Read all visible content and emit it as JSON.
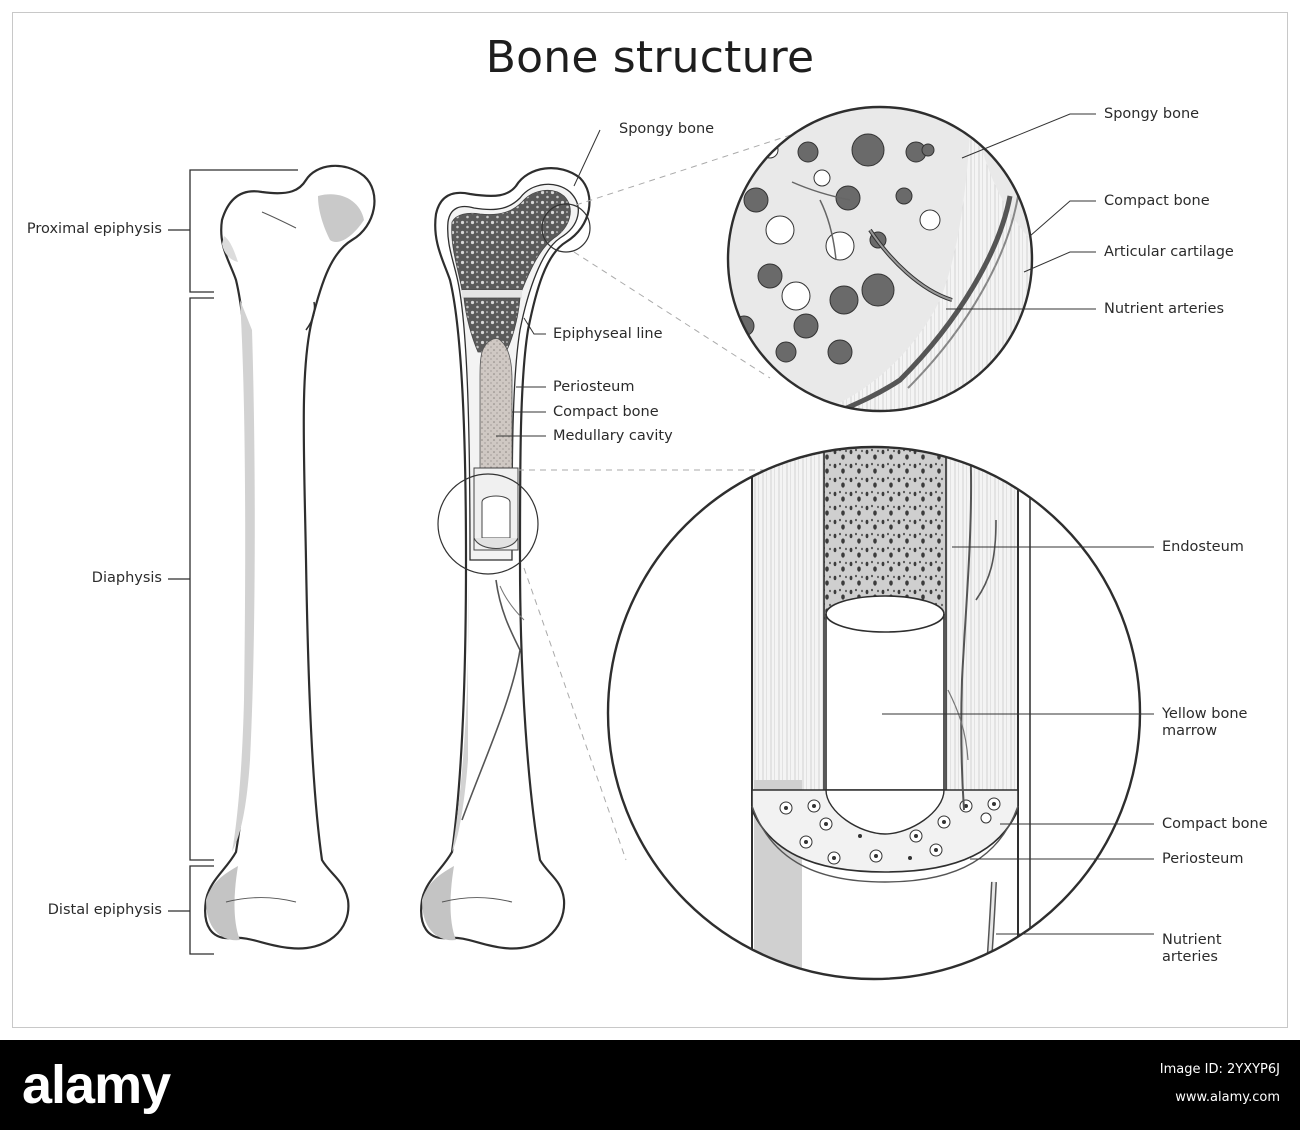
{
  "title": "Bone structure",
  "labels": {
    "proximal_epiphysis": "Proximal epiphysis",
    "diaphysis": "Diaphysis",
    "distal_epiphysis": "Distal epiphysis",
    "spongy_bone_mid": "Spongy bone",
    "epiphyseal_line": "Epiphyseal line",
    "periosteum_mid": "Periosteum",
    "compact_bone_mid": "Compact bone",
    "medullary_cavity": "Medullary cavity",
    "spongy_bone_top": "Spongy bone",
    "compact_bone_top": "Compact bone",
    "articular_cartilage": "Articular cartilage",
    "nutrient_arteries_top": "Nutrient arteries",
    "endosteum": "Endosteum",
    "yellow_bone_marrow_1": "Yellow bone",
    "yellow_bone_marrow_2": "marrow",
    "compact_bone_bottom": "Compact bone",
    "periosteum_bottom": "Periosteum",
    "nutrient_arteries_bottom_1": "Nutrient",
    "nutrient_arteries_bottom_2": "arteries"
  },
  "footer": {
    "brand": "alamy",
    "image_id": "Image ID: 2YXYP6J",
    "site": "www.alamy.com"
  }
}
